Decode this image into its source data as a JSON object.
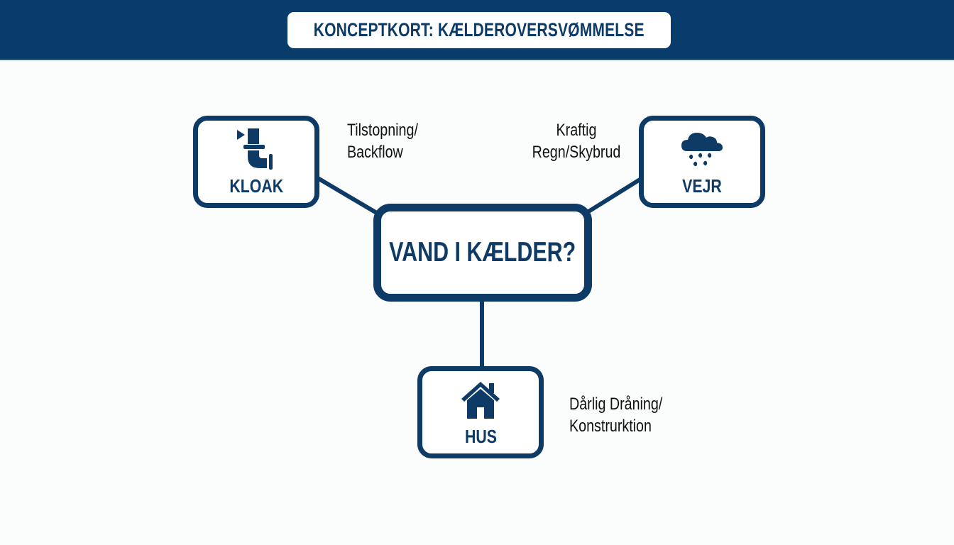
{
  "header": {
    "title": "KONCEPTKORT: KÆLDEROVERSVØMMELSE",
    "background_color": "#0a3c6b"
  },
  "center_node": {
    "label": "VAND I KÆLDER?"
  },
  "nodes": [
    {
      "id": "kloak",
      "label": "KLOAK",
      "icon": "pipe-icon",
      "caption_lines": [
        "Tilstopning/",
        "Backflow"
      ]
    },
    {
      "id": "vejr",
      "label": "VEJR",
      "icon": "rain-cloud-icon",
      "caption_lines": [
        "Kraftig",
        "Regn/Skybrud"
      ]
    },
    {
      "id": "hus",
      "label": "HUS",
      "icon": "house-icon",
      "caption_lines": [
        "Dårlig Dråning/",
        "Konstrurktion"
      ]
    }
  ],
  "colors": {
    "primary": "#0e3a66",
    "background": "#fbfcfc",
    "caption_text": "#111111"
  }
}
